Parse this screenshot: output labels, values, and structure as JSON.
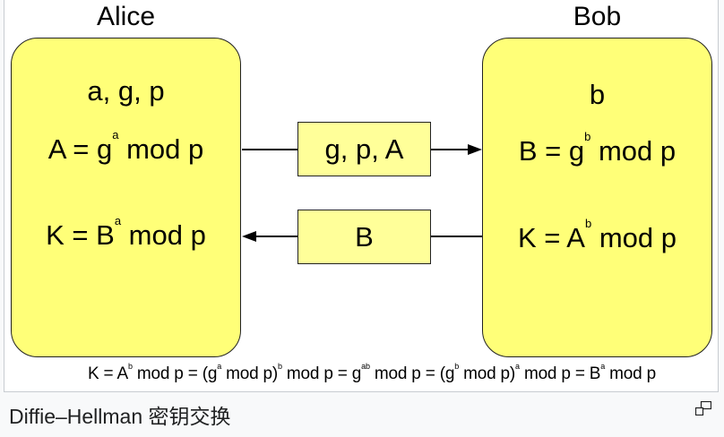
{
  "diagram": {
    "alice": {
      "name": "Alice",
      "line1": "a, g, p",
      "line2": {
        "prefix": "A = g",
        "sup": "a",
        "suffix": " mod p"
      },
      "line3": {
        "prefix": "K = B",
        "sup": "a",
        "suffix": " mod p"
      }
    },
    "bob": {
      "name": "Bob",
      "line1": "b",
      "line2": {
        "prefix": "B = g",
        "sup": "b",
        "suffix": " mod p"
      },
      "line3": {
        "prefix": "K = A",
        "sup": "b",
        "suffix": " mod p"
      }
    },
    "messages": {
      "to_bob": "g, p, A",
      "to_alice": "B"
    },
    "equation": {
      "p1": "K = A",
      "s1": "b",
      "p2": " mod p = (g",
      "s2": "a",
      "p3": " mod p)",
      "s3": "b",
      "p4": " mod p = g",
      "s4": "ab",
      "p5": " mod p = (g",
      "s5": "b",
      "p6": " mod p)",
      "s6": "a",
      "p7": " mod p = B",
      "s7": "a",
      "p8": " mod p"
    }
  },
  "caption": "Diffie–Hellman 密钥交换",
  "icons": {
    "enlarge": "enlarge-icon"
  },
  "colors": {
    "party_fill": "#ffff78",
    "message_fill": "#ffff99"
  }
}
